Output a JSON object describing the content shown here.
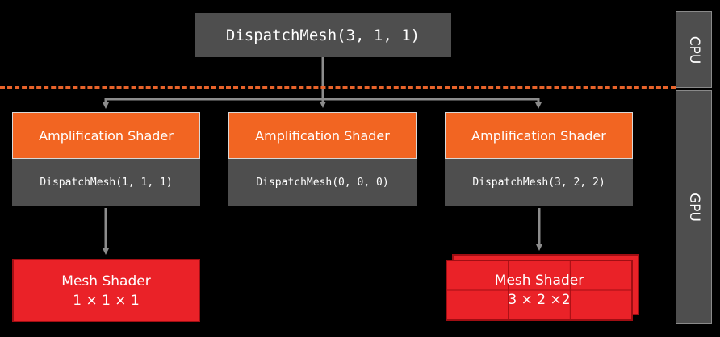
{
  "cpu": {
    "dispatch": "DispatchMesh(3, 1, 1)",
    "label": "CPU"
  },
  "gpu": {
    "label": "GPU"
  },
  "amplification_shaders": [
    {
      "title": "Amplification Shader",
      "dispatch": "DispatchMesh(1, 1, 1)"
    },
    {
      "title": "Amplification Shader",
      "dispatch": "DispatchMesh(0, 0, 0)"
    },
    {
      "title": "Amplification Shader",
      "dispatch": "DispatchMesh(3, 2, 2)"
    }
  ],
  "mesh_shaders": [
    {
      "title": "Mesh Shader",
      "dims": "1 × 1 × 1"
    },
    {
      "title": "Mesh Shader",
      "dims": "3 × 2 ×2"
    }
  ],
  "colors": {
    "background": "#000000",
    "box_gray": "#4e4e4e",
    "amplification_orange": "#f26522",
    "mesh_red": "#ea2228",
    "separator_orange": "#e8632a",
    "connector_gray": "#8c8c8c"
  }
}
